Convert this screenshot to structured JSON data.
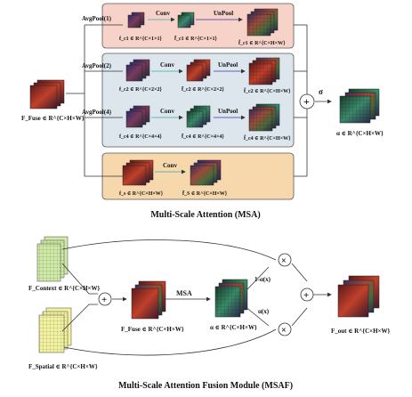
{
  "msa": {
    "caption": "Multi-Scale Attention (MSA)",
    "input_label": "F_Fuse ∈ R^{C×H×W}",
    "branches": [
      {
        "pool": "AvgPool(1)",
        "conv": "Conv",
        "unpool": "UnPool",
        "f": "f_c1 ∈ R^{C×1×1}",
        "fbar": "f̄_c1 ∈ R^{C×1×1}",
        "fhat": "f̂_c1 ∈ R^{C×H×W}"
      },
      {
        "pool": "AvgPool(2)",
        "conv": "Conv",
        "unpool": "UnPool",
        "f": "f_c2 ∈ R^{C×2×2}",
        "fbar": "f̄_c2 ∈ R^{C×2×2}",
        "fhat": "f̂_c2 ∈ R^{C×H×W}"
      },
      {
        "pool": "AvgPool(4)",
        "conv": "Conv",
        "unpool": "UnPool",
        "f": "f_c4 ∈ R^{C×4×4}",
        "fbar": "f̄_c4 ∈ R^{C×4×4}",
        "fhat": "f̂_c4 ∈ R^{C×H×W}"
      },
      {
        "conv": "Conv",
        "f": "f_s ∈ R^{C×H×W}",
        "fbar": "f̄_S ∈ R^{C×H×W}"
      }
    ],
    "sigma": "σ",
    "alpha_label": "α ∈ R^{C×H×W}",
    "plus_symbol": "+"
  },
  "msaf": {
    "caption": "Multi-Scale Attention Fusion Module (MSAF)",
    "context_label": "F_Context ∈ R^{C×H×W}",
    "spatial_label": "F_Spatial ∈ R^{C×H×W}",
    "fuse_label": "F_Fuse ∈ R^{C×H×W}",
    "msa_label": "MSA",
    "alpha_label": "α ∈ R^{C×H×W}",
    "one_minus_alpha": "1-α(x)",
    "alpha_x": "α(x)",
    "out_label": "F_out ∈ R^{C×H×W}",
    "plus_symbol": "+",
    "times_symbol": "×"
  },
  "colors": {
    "box_top": "#f7d2c8",
    "box_mid": "#dde6ec",
    "box_bottom": "#f7d8ad",
    "spatial_cube": "#f2f2a0",
    "context_cube": "#cfe9a6"
  }
}
